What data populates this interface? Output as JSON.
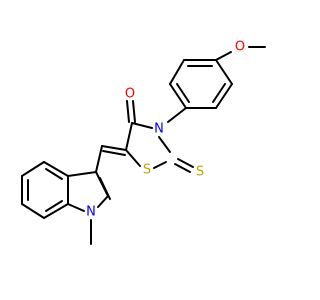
{
  "molecule": {
    "atoms": {
      "O_methoxy": {
        "symbol": "O",
        "color": "#ff0000"
      },
      "O_carbonyl": {
        "symbol": "O",
        "color": "#ff0000"
      },
      "N_ring": {
        "symbol": "N",
        "color": "#0000ff"
      },
      "S_ring": {
        "symbol": "S",
        "color": "#c8a000"
      },
      "S_thione": {
        "symbol": "S",
        "color": "#c8a000"
      },
      "N_indole": {
        "symbol": "N",
        "color": "#0000ff"
      }
    },
    "bond_color": "#000000",
    "background": "#ffffff"
  }
}
